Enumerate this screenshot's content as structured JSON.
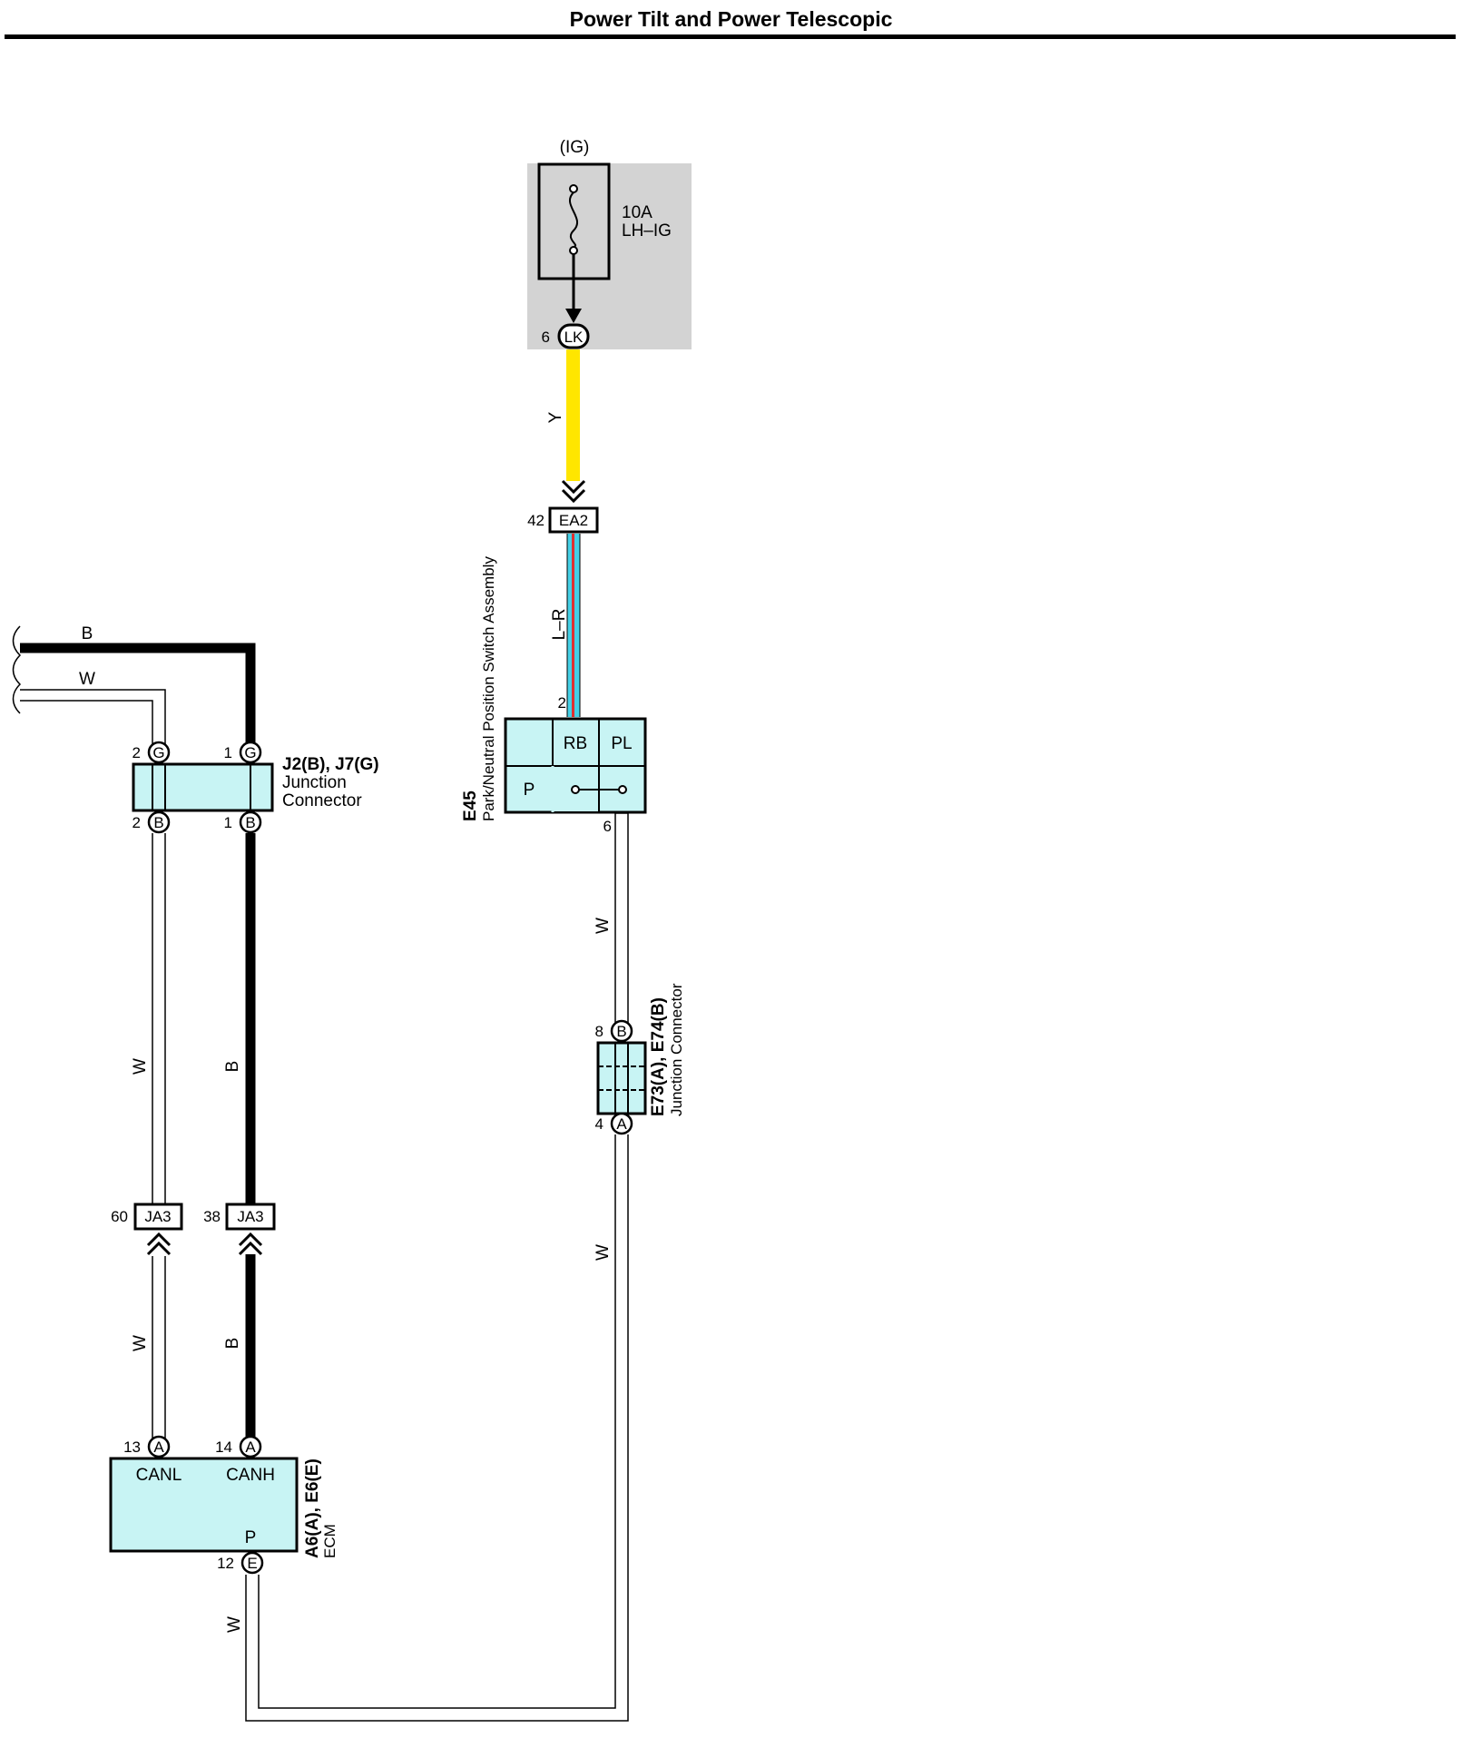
{
  "title": "Power Tilt and Power Telescopic",
  "colors": {
    "component_fill": "#c8f4f4",
    "fuse_box_fill": "#d3d3d3",
    "wire_yellow": "#ffe600",
    "wire_light_blue": "#45d0e6",
    "wire_red_stripe": "#e03030",
    "wire_black": "#000000",
    "wire_white": "#ffffff"
  },
  "fuse": {
    "source": "(IG)",
    "rating": "10A",
    "name": "LH–IG",
    "connector": {
      "pin": "6",
      "code": "LK"
    }
  },
  "connectors": {
    "ea2": {
      "pin": "42",
      "code": "EA2"
    },
    "ja3_w": {
      "pin": "60",
      "code": "JA3"
    },
    "ja3_b": {
      "pin": "38",
      "code": "JA3"
    }
  },
  "wires": {
    "fuse_to_ea2": "Y",
    "ea2_to_e45": "L–R",
    "e45_to_e73": "W",
    "e73_to_ecm": "W",
    "ecm_return": "W",
    "top_black": "B",
    "top_white": "W",
    "j2_to_ja3_white": "W",
    "j2_to_ja3_black": "B",
    "ja3_to_ecm_white": "W",
    "ja3_to_ecm_black": "B"
  },
  "e45": {
    "code": "E45",
    "name": "Park/Neutral Position Switch Assembly",
    "cells": {
      "rb": "RB",
      "pl": "PL",
      "p": "P"
    },
    "pin_in": "2",
    "pin_out": "6"
  },
  "junction_j2": {
    "code": "J2(B), J7(G)",
    "name_line1": "Junction",
    "name_line2": "Connector",
    "top_pins": [
      {
        "num": "2",
        "letter": "G"
      },
      {
        "num": "1",
        "letter": "G"
      }
    ],
    "bottom_pins": [
      {
        "num": "2",
        "letter": "B"
      },
      {
        "num": "1",
        "letter": "B"
      }
    ]
  },
  "junction_e73": {
    "code": "E73(A), E74(B)",
    "name": "Junction Connector",
    "top_pin": {
      "num": "8",
      "letter": "B"
    },
    "bottom_pin": {
      "num": "4",
      "letter": "A"
    }
  },
  "ecm": {
    "code": "A6(A), E6(E)",
    "name": "ECM",
    "canl": "CANL",
    "canh": "CANH",
    "p": "P",
    "pins": [
      {
        "num": "13",
        "letter": "A"
      },
      {
        "num": "14",
        "letter": "A"
      },
      {
        "num": "12",
        "letter": "E"
      }
    ]
  }
}
